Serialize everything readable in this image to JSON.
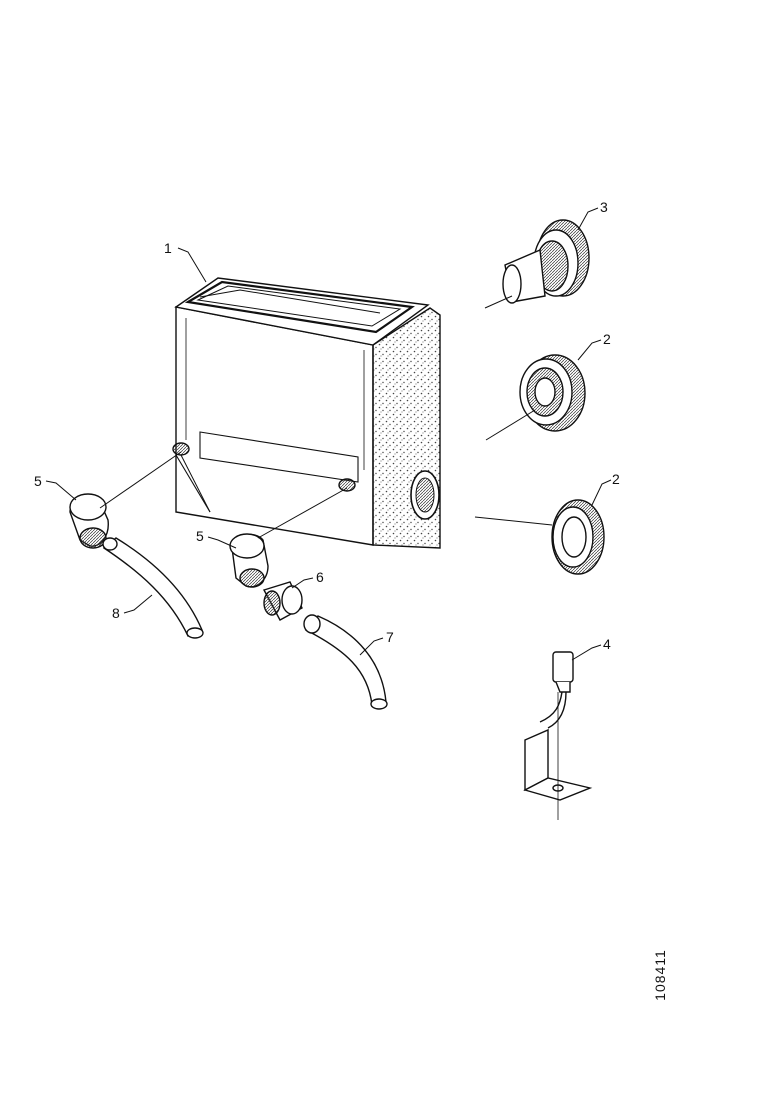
{
  "callouts": {
    "box": "1",
    "grommet_upper": "2",
    "grommet_lower": "2",
    "sleeve": "3",
    "sensor": "4",
    "elbow_left": "5",
    "elbow_mid": "5",
    "adapter": "6",
    "hose_left": "8",
    "hose_right": "7"
  },
  "drawing_ref": "108411",
  "colors": {
    "ink": "#111111",
    "paper": "#ffffff",
    "stipple": "#444444"
  }
}
